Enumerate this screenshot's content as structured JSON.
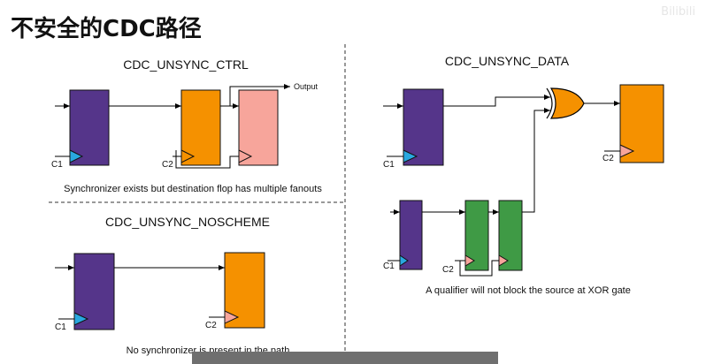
{
  "page": {
    "title": "不安全的CDC路径"
  },
  "watermark": {
    "text": "Bilibili"
  },
  "colors": {
    "purple": "#55358a",
    "orange": "#f59100",
    "pink": "#f7a59b",
    "green": "#3f9a45",
    "clock_c1": "#29a8e0",
    "clock_c2": "#f7a59b",
    "subtitle_bar": "#6f6f6f"
  },
  "panels": {
    "ctrl": {
      "title": "CDC_UNSYNC_CTRL",
      "clk_src": "C1",
      "clk_dst": "C2",
      "output_label": "Output",
      "caption": "Synchronizer exists but destination flop has multiple fanouts"
    },
    "noscheme": {
      "title": "CDC_UNSYNC_NOSCHEME",
      "clk_src": "C1",
      "clk_dst": "C2",
      "caption": "No synchronizer is present in the path"
    },
    "data": {
      "title": "CDC_UNSYNC_DATA",
      "clk_src_top": "C1",
      "clk_dst": "C2",
      "clk_src_bottom": "C1",
      "clk_sync": "C2",
      "caption": "A qualifier will not block the source at XOR gate"
    }
  }
}
